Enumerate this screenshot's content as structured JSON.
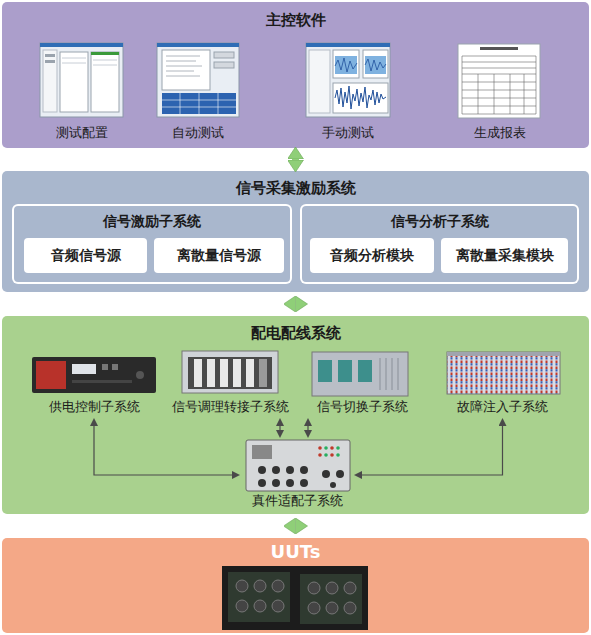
{
  "diagram": {
    "nodes": [
      {
        "text": [
          "主控软件"
        ]
      },
      {
        "text": [
          "测试配置"
        ],
        "in": 0
      },
      {
        "text": [
          "自动测试"
        ],
        "in": 0
      },
      {
        "text": [
          "手动测试"
        ],
        "in": 0
      },
      {
        "text": [
          "生成报表"
        ],
        "in": 0
      },
      {
        "text": [
          "信号采集激励系统"
        ]
      },
      {
        "text": [
          "信号激励子系统"
        ],
        "in": 5
      },
      {
        "text": [
          "音频信号源"
        ],
        "in": 6
      },
      {
        "text": [
          "离散量信号源"
        ],
        "in": 6
      },
      {
        "text": [
          "信号分析子系统"
        ],
        "in": 5
      },
      {
        "text": [
          "音频分析模块"
        ],
        "in": 9
      },
      {
        "text": [
          "离散量采集模块"
        ],
        "in": 9
      },
      {
        "text": [
          "配电配线系统"
        ]
      },
      {
        "text": [
          "供电控制子系统"
        ],
        "in": 12
      },
      {
        "text": [
          "信号调理转接子系统"
        ],
        "in": 12
      },
      {
        "text": [
          "信号切换子系统"
        ],
        "in": 12
      },
      {
        "text": [
          "故障注入子系统"
        ],
        "in": 12
      },
      {
        "text": [
          "真件适配子系统"
        ],
        "in": 12
      },
      {
        "text": [
          "UUTs"
        ]
      }
    ],
    "edges": [
      {
        "from": 0,
        "to": 5,
        "arrow": "both"
      },
      {
        "from": 5,
        "to": 12,
        "arrow": "both"
      },
      {
        "from": 12,
        "to": 18,
        "arrow": "both"
      },
      {
        "from": 13,
        "to": 17,
        "arrow": "both"
      },
      {
        "from": 14,
        "to": 17,
        "arrow": "both"
      },
      {
        "from": 15,
        "to": 17,
        "arrow": "both"
      },
      {
        "from": 16,
        "to": 17,
        "arrow": "both"
      }
    ]
  }
}
